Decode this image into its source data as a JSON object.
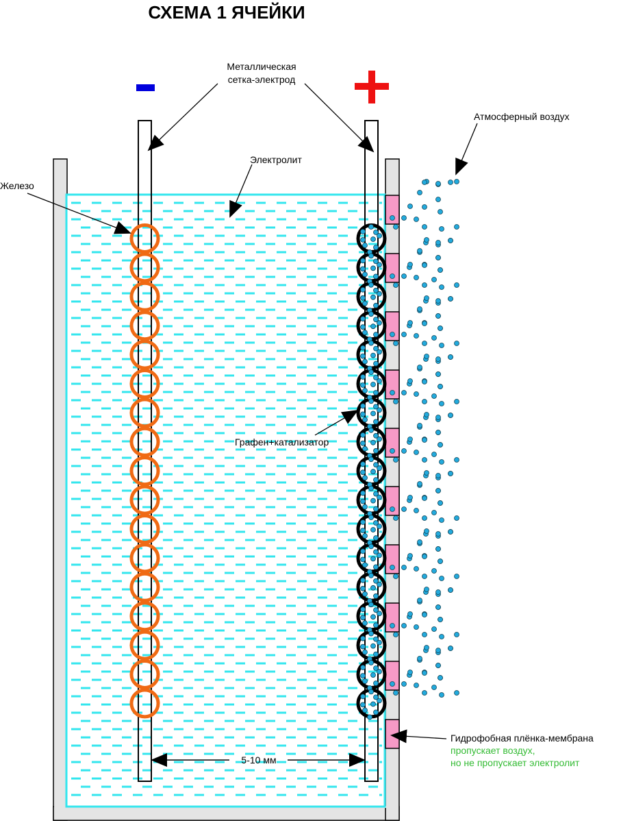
{
  "title": "СХЕМА 1 ЯЧЕЙКИ",
  "colors": {
    "electrolyte": "#33e6ee",
    "container_wall": "#e4e4e4",
    "iron_ring": "#f06a14",
    "graphene_ring": "#000000",
    "air_particle": "#22aadd",
    "membrane": "#f79ac6",
    "minus": "#0000dd",
    "plus": "#ee1111",
    "note_green": "#33bb33"
  },
  "terminals": {
    "negative": {
      "symbol": "minus-icon",
      "polarity": "-"
    },
    "positive": {
      "symbol": "plus-icon",
      "polarity": "+"
    }
  },
  "labels": {
    "mesh_electrode_line1": "Металлическая",
    "mesh_electrode_line2": "сетка-электрод",
    "electrolyte": "Электролит",
    "iron": "Железо",
    "atmospheric_air": "Атмосферный воздух",
    "graphene_catalyst": "Графен+катализатор",
    "membrane_title": "Гидрофобная плёнка-мембрана",
    "membrane_note_line1": "пропускает воздух,",
    "membrane_note_line2": "но не пропускает электролит",
    "gap_dimension": "5-10 мм"
  },
  "structure": {
    "iron_ring_count": 17,
    "graphene_ring_count": 17,
    "membrane_segment_count": 10
  }
}
